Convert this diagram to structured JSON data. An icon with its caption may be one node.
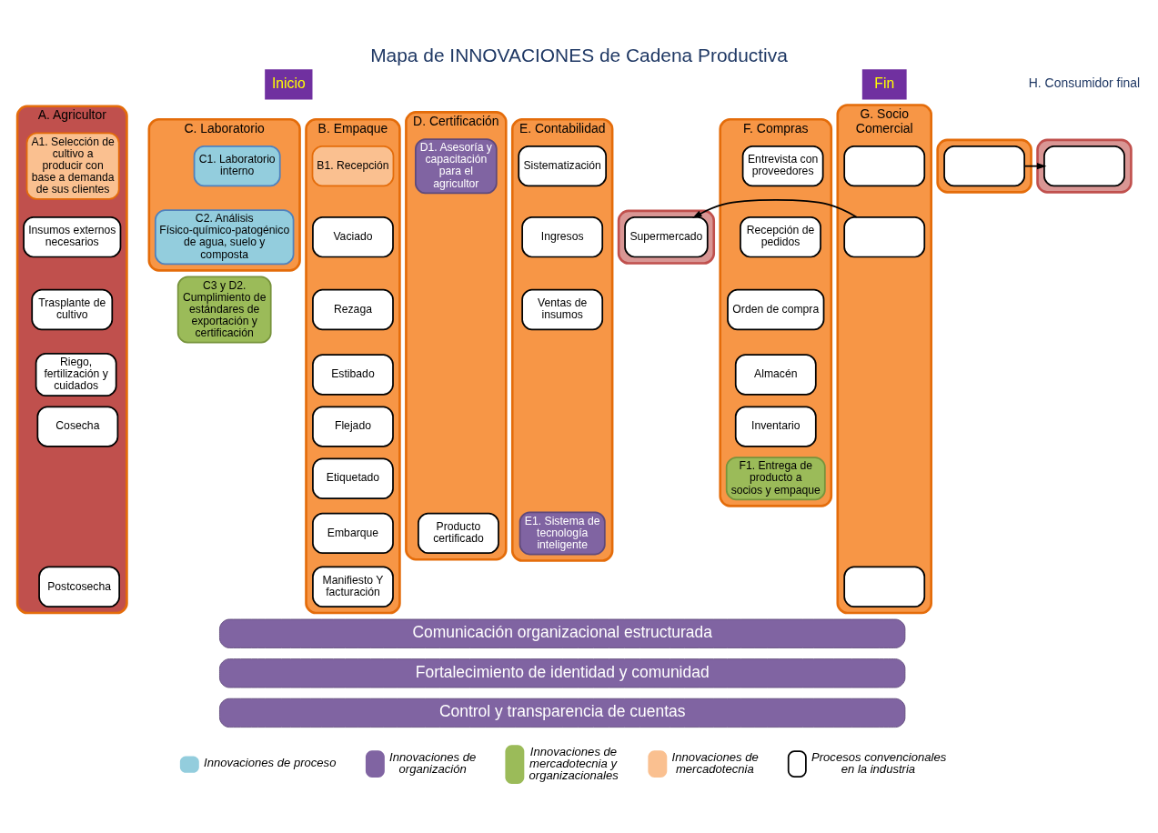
{
  "diagram": {
    "title": "Mapa de INNOVACIONES de Cadena Productiva",
    "nodes": [
      {
        "text": [
          "Inicio"
        ]
      },
      {
        "text": [
          "Fin"
        ]
      },
      {
        "text": [
          "A. Agricultor"
        ]
      },
      {
        "text": [
          "A1. Selección de cultivo a producir con base a demanda de sus clientes"
        ],
        "in": 2
      },
      {
        "text": [
          "Insumos externos necesarios"
        ],
        "in": 2
      },
      {
        "text": [
          "Trasplante de cultivo"
        ],
        "in": 2
      },
      {
        "text": [
          "Riego, fertilización y cuidados"
        ],
        "in": 2
      },
      {
        "text": [
          "Cosecha"
        ],
        "in": 2
      },
      {
        "text": [
          "Postcosecha"
        ],
        "in": 2
      },
      {
        "text": [
          "B. Empaque"
        ]
      },
      {
        "text": [
          "B1. Recepción"
        ],
        "in": 9
      },
      {
        "text": [
          "Vaciado"
        ],
        "in": 9
      },
      {
        "text": [
          "Rezaga"
        ],
        "in": 9
      },
      {
        "text": [
          "Estibado"
        ],
        "in": 9
      },
      {
        "text": [
          "Flejado"
        ],
        "in": 9
      },
      {
        "text": [
          "Etiquetado"
        ],
        "in": 9
      },
      {
        "text": [
          "Embarque"
        ],
        "in": 9
      },
      {
        "text": [
          "Manifiesto Y facturación"
        ],
        "in": 9
      },
      {
        "text": [
          "C. Laboratorio"
        ]
      },
      {
        "text": [
          "C1. Laboratorio interno"
        ],
        "in": 18
      },
      {
        "text": [
          "C2. Análisis Físico-químico-patogénico de agua, suelo y composta"
        ],
        "in": 18
      },
      {
        "text": [
          "D. Certificación"
        ]
      },
      {
        "text": [
          "D1. Asesoría y capacitación para el agricultor"
        ],
        "in": 21
      },
      {
        "text": [
          "Producto certificado"
        ],
        "in": 21
      },
      {
        "text": [
          "C3 y D2. Cumplimiento de estándares de exportación y certificación"
        ]
      },
      {
        "text": [
          "E. Contabilidad"
        ]
      },
      {
        "text": [
          "Sistematización"
        ],
        "in": 25
      },
      {
        "text": [
          "Ingresos"
        ],
        "in": 25
      },
      {
        "text": [
          "Ventas de insumos"
        ],
        "in": 25
      },
      {
        "text": [
          "E1. Sistema de tecnología inteligente"
        ],
        "in": 25
      },
      {
        "text": [
          "F. Compras"
        ]
      },
      {
        "text": [
          "Entrevista con proveedores"
        ],
        "in": 30
      },
      {
        "text": [
          "Recepción de pedidos"
        ],
        "in": 30
      },
      {
        "text": [
          "Orden de compra"
        ],
        "in": 30
      },
      {
        "text": [
          "Almacén"
        ],
        "in": 30
      },
      {
        "text": [
          "Inventario"
        ],
        "in": 30
      },
      {
        "text": [
          "F1. Entrega de producto a socios y empaque"
        ],
        "in": 30
      },
      {
        "text": [
          "G. Socio Comercial"
        ]
      },
      {
        "text": [],
        "shape": "box",
        "in": 37
      },
      {
        "text": [],
        "shape": "box",
        "in": 37
      },
      {
        "text": [],
        "shape": "box",
        "in": 37
      },
      {
        "text": [],
        "shape": "box"
      },
      {
        "text": [],
        "shape": "box",
        "in": 41
      },
      {
        "text": [],
        "shape": "box"
      },
      {
        "text": [
          "Supermercado"
        ],
        "in": 43
      },
      {
        "text": [],
        "shape": "box"
      },
      {
        "text": [],
        "shape": "box",
        "in": 45
      },
      {
        "text": [
          "Comunicación organizacional estructurada"
        ]
      },
      {
        "text": [
          "Fortalecimiento de identidad y comunidad"
        ]
      },
      {
        "text": [
          "Control y transparencia de cuentas"
        ]
      }
    ],
    "edges": [
      {
        "from": 39,
        "to": 44,
        "arrow": "to"
      },
      {
        "from": 42,
        "to": 46,
        "arrow": "to"
      }
    ],
    "labels": [
      "H. Consumidor final"
    ],
    "legend": [
      {
        "text": "Innovaciones de proceso",
        "color": "#93cddd"
      },
      {
        "text": "Innovaciones de organización",
        "color": "#8064a2"
      },
      {
        "text": "Innovaciones de mercadotecnia y organizacionales",
        "color": "#9bbb59"
      },
      {
        "text": "Innovaciones de mercadotecnia",
        "color": "#fac090"
      },
      {
        "text": "Procesos convencionales en la industria"
      }
    ]
  }
}
